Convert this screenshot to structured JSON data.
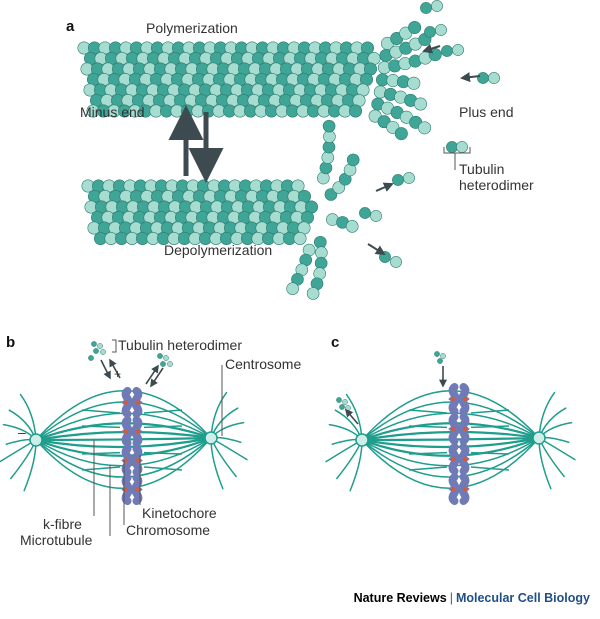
{
  "panels": {
    "a": "a",
    "b": "b",
    "c": "c"
  },
  "panel_a": {
    "polymerization": "Polymerization",
    "depolymerization": "Depolymerization",
    "minus_end": "Minus end",
    "plus_end": "Plus end",
    "tubulin_line1": "Tubulin",
    "tubulin_line2": "heterodimer"
  },
  "panel_b": {
    "tubulin_heterodimer": "Tubulin heterodimer",
    "centrosome": "Centrosome",
    "kinetochore": "Kinetochore",
    "chromosome": "Chromosome",
    "k_fibre": "k-fibre",
    "microtubule": "Microtubule",
    "minus_sign": "–",
    "plus_sign": "+"
  },
  "credit": {
    "journal": "Nature Reviews",
    "separator": "|",
    "subjournal": "Molecular Cell Biology"
  },
  "colors": {
    "tubulin_dark": "#3fa596",
    "tubulin_light": "#a6ddd0",
    "spindle": "#1f9d8d",
    "chromosome": "#6f7ab6",
    "kinetochore": "#d45b3a",
    "arrow": "#3d4a50"
  }
}
